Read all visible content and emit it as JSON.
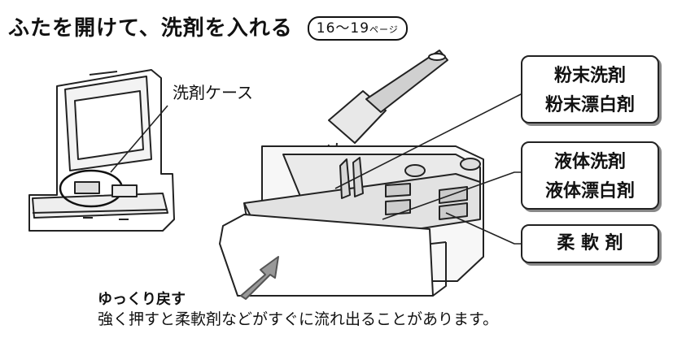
{
  "heading": {
    "title": "ふたを開けて、洗剤を入れる",
    "page_ref_range": "16〜19",
    "page_ref_unit": "ページ"
  },
  "labels": {
    "detergent_case": "洗剤ケース",
    "push_back": "ゆっくり戻す",
    "caution": "強く押すと柔軟剤などがすぐに流れ出ることがあります。"
  },
  "callouts": {
    "powder": [
      "粉末洗剤",
      "粉末漂白剤"
    ],
    "liquid": [
      "液体洗剤",
      "液体漂白剤"
    ],
    "softener": "柔 軟 剤"
  }
}
